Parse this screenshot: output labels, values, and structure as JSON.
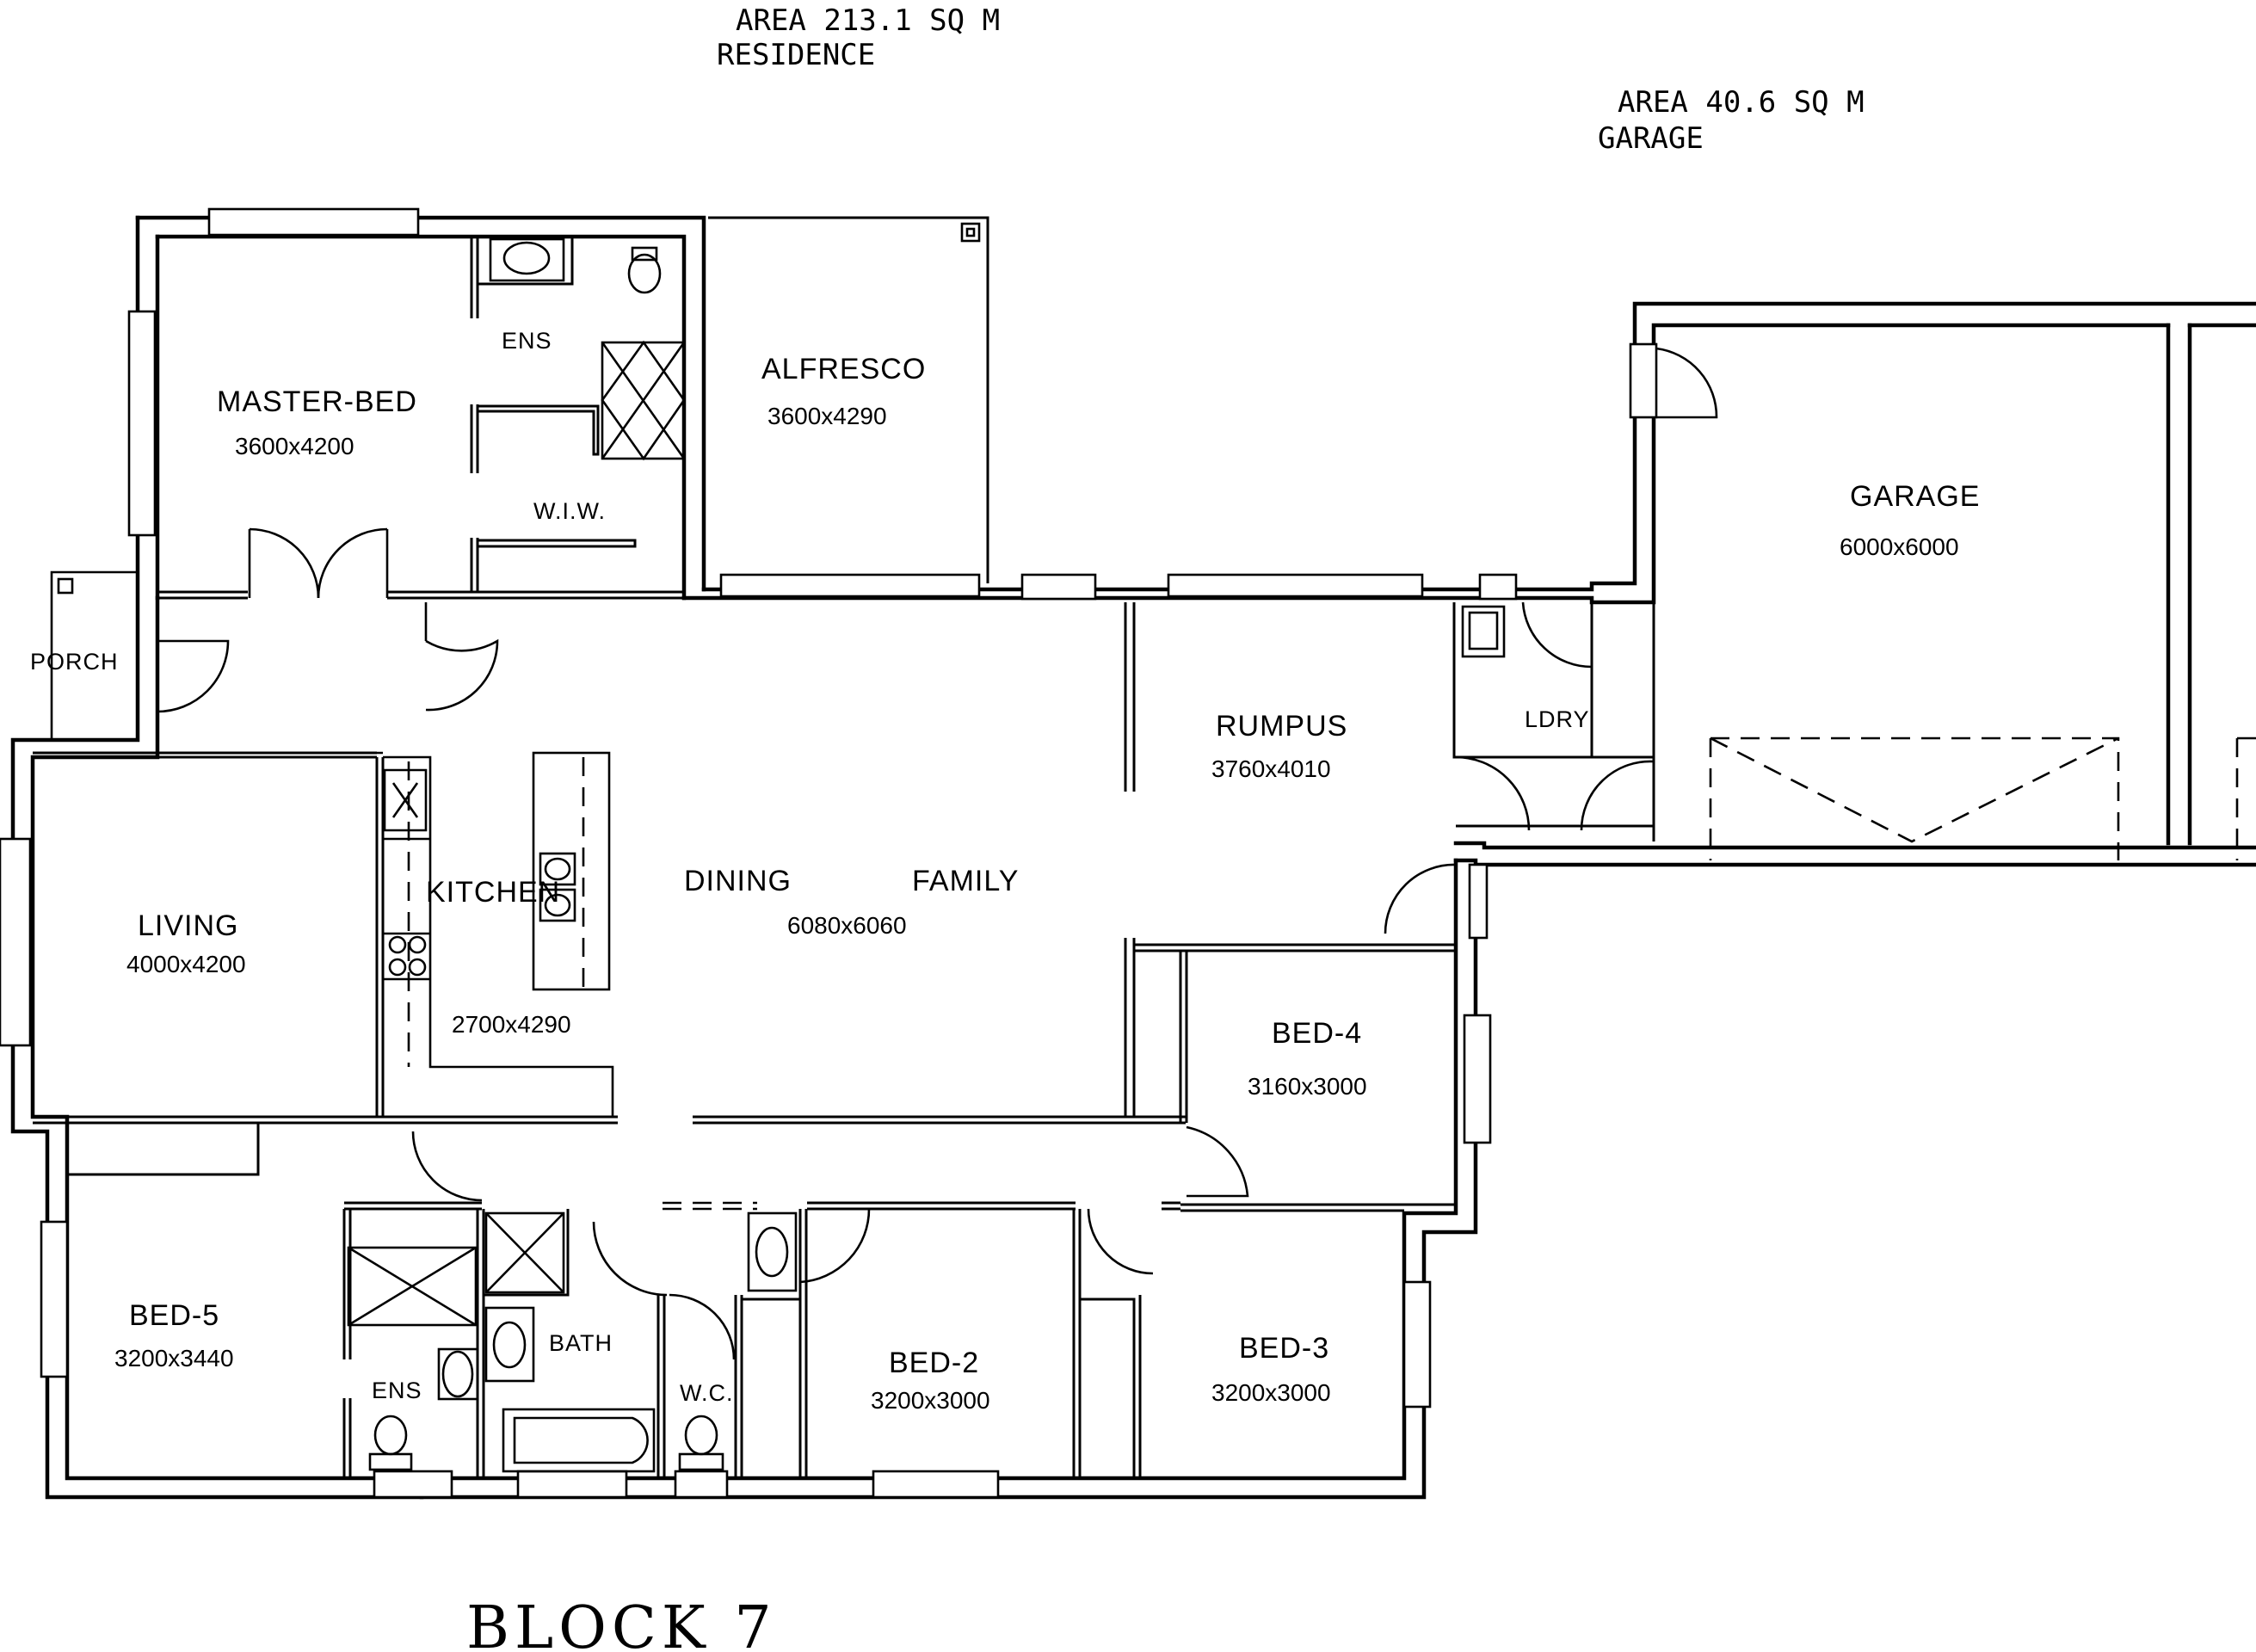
{
  "header": {
    "residence_area": "AREA 213.1 SQ M",
    "residence_label": "RESIDENCE",
    "garage_area": "AREA 40.6 SQ M",
    "garage_label": "GARAGE"
  },
  "rooms": {
    "master_bed": {
      "name": "MASTER-BED",
      "size": "3600x4200"
    },
    "ensuite_master": {
      "name": "ENS"
    },
    "wiw": {
      "name": "W.I.W."
    },
    "alfresco": {
      "name": "ALFRESCO",
      "size": "3600x4290"
    },
    "garage": {
      "name": "GARAGE",
      "size": "6000x6000"
    },
    "porch": {
      "name": "PORCH"
    },
    "rumpus": {
      "name": "RUMPUS",
      "size": "3760x4010"
    },
    "laundry": {
      "name": "LDRY"
    },
    "living": {
      "name": "LIVING",
      "size": "4000x4200"
    },
    "kitchen": {
      "name": "KITCHEN",
      "size": "2700x4290"
    },
    "dining": {
      "name": "DINING"
    },
    "family": {
      "name": "FAMILY"
    },
    "dining_family_size": "6080x6060",
    "bed4": {
      "name": "BED-4",
      "size": "3160x3000"
    },
    "bed5": {
      "name": "BED-5",
      "size": "3200x3440"
    },
    "ensuite_bed5": {
      "name": "ENS"
    },
    "bath": {
      "name": "BATH"
    },
    "wc": {
      "name": "W.C."
    },
    "bed2": {
      "name": "BED-2",
      "size": "3200x3000"
    },
    "bed3": {
      "name": "BED-3",
      "size": "3200x3000"
    }
  },
  "footer": {
    "block_title": "BLOCK 7"
  }
}
